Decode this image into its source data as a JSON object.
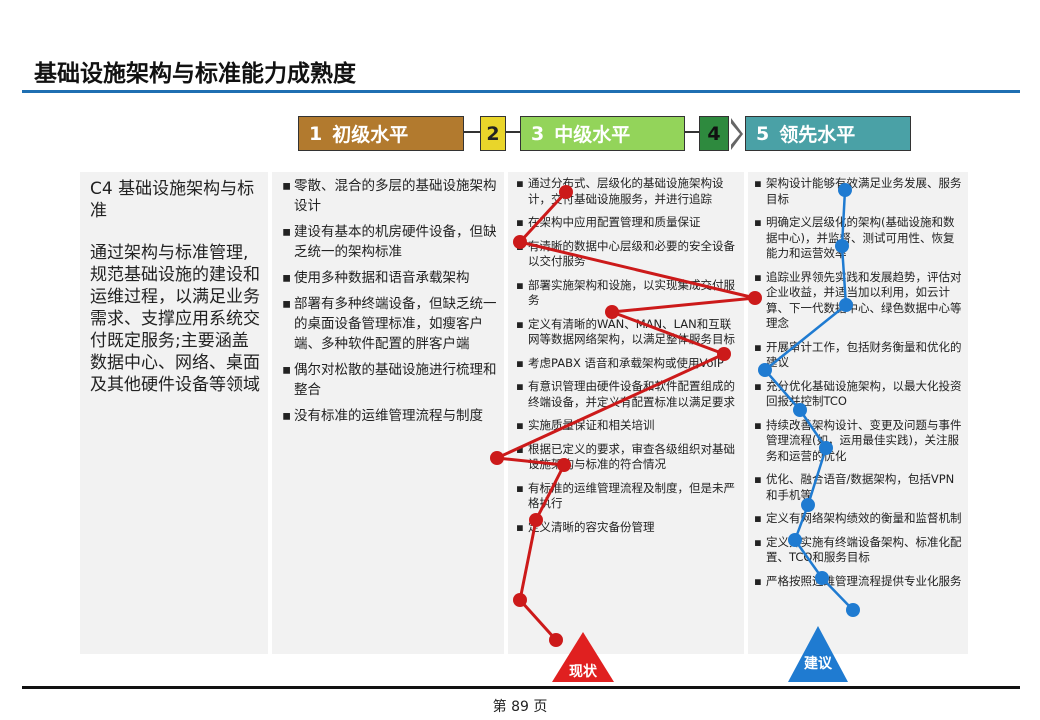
{
  "title": "基础设施架构与标准能力成熟度",
  "levels": {
    "l1_num": "1",
    "l1_label": "初级水平",
    "l2_num": "2",
    "l3_num": "3",
    "l3_label": "中级水平",
    "l4_num": "4",
    "l5_num": "5",
    "l5_label": "领先水平"
  },
  "colors": {
    "level1": "#b27a2e",
    "level2": "#e9d52a",
    "level3": "#93d45a",
    "level4": "#2e8a3e",
    "level5": "#4aa1a6",
    "current_line": "#cc1a1a",
    "recommend_line": "#1f7bd1",
    "rule": "#1f6fb2"
  },
  "category": {
    "head": "C4 基础设施架构与标准",
    "body": "通过架构与标准管理,规范基础设施的建设和运维过程，以满足业务需求、支撑应用系统交付既定服务;主要涵盖数据中心、网络、桌面及其他硬件设备等领域"
  },
  "bullet": "▪",
  "level1_items": [
    "零散、混合的多层的基础设施架构设计",
    "建设有基本的机房硬件设备，但缺乏统一的架构标准",
    "使用多种数据和语音承载架构",
    "部署有多种终端设备，但缺乏统一的桌面设备管理标准，如瘦客户端、多种软件配置的胖客户端",
    "偶尔对松散的基础设施进行梳理和整合",
    "没有标准的运维管理流程与制度"
  ],
  "level3_items": [
    "通过分布式、层级化的基础设施架构设计，交付基础设施服务，并进行追踪",
    "在架构中应用配置管理和质量保证",
    "有清晰的数据中心层级和必要的安全设备以交付服务",
    "部署实施架构和设施，以实现集成交付服务",
    "定义有清晰的WAN、MAN、LAN和互联网等数据网络架构，以满足整体服务目标",
    "考虑PABX 语音和承载架构或使用VoIP",
    "有意识管理由硬件设备和软件配置组成的终端设备，并定义有配置标准以满足要求",
    "实施质量保证和相关培训",
    "根据已定义的要求，审查各级组织对基础设施架构与标准的符合情况",
    "有标准的运维管理流程及制度，但是未严格执行",
    "定义清晰的容灾备份管理"
  ],
  "level5_items": [
    "架构设计能够有效满足业务发展、服务目标",
    "明确定义层级化的架构(基础设施和数据中心)，并监督、测试可用性、恢复能力和运营效率",
    "追踪业界领先实践和发展趋势，评估对企业收益，并适当加以利用，如云计算、下一代数据中心、绿色数据中心等理念",
    "开展审计工作，包括财务衡量和优化的建议",
    "充分优化基础设施架构，以最大化投资回报并控制TCO",
    "持续改善架构设计、变更及问题与事件管理流程(如，运用最佳实践)，关注服务和运营的优化",
    "优化、融合语音/数据架构，包括VPN和手机等",
    "定义有网络架构绩效的衡量和监督机制",
    "定义并实施有终端设备架构、标准化配置、TCO和服务目标",
    "严格按照运维管理流程提供专业化服务"
  ],
  "markers": {
    "current_label": "现状",
    "recommend_label": "建议"
  },
  "footer": {
    "page": "第 89 页"
  }
}
